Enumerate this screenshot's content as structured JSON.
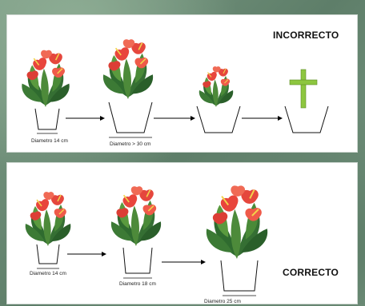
{
  "panels": {
    "incorrect": {
      "title": "INCORRECTO",
      "captions": [
        "Diametro 14 cm",
        "Diametro > 30 cm"
      ]
    },
    "correct": {
      "title": "CORRECTO",
      "captions": [
        "Diametro 14 cm",
        "Diametro 18 cm",
        "Diametro 25 cm"
      ]
    }
  },
  "colors": {
    "bloom": "#e8453c",
    "leaf": "#2f6b2f",
    "leaf_light": "#5a9a3e",
    "cross": "#8dc63f",
    "frame": "#6f8f79"
  },
  "icons": [
    "anthurium-plant",
    "flower-pot",
    "arrow",
    "grave-cross"
  ]
}
